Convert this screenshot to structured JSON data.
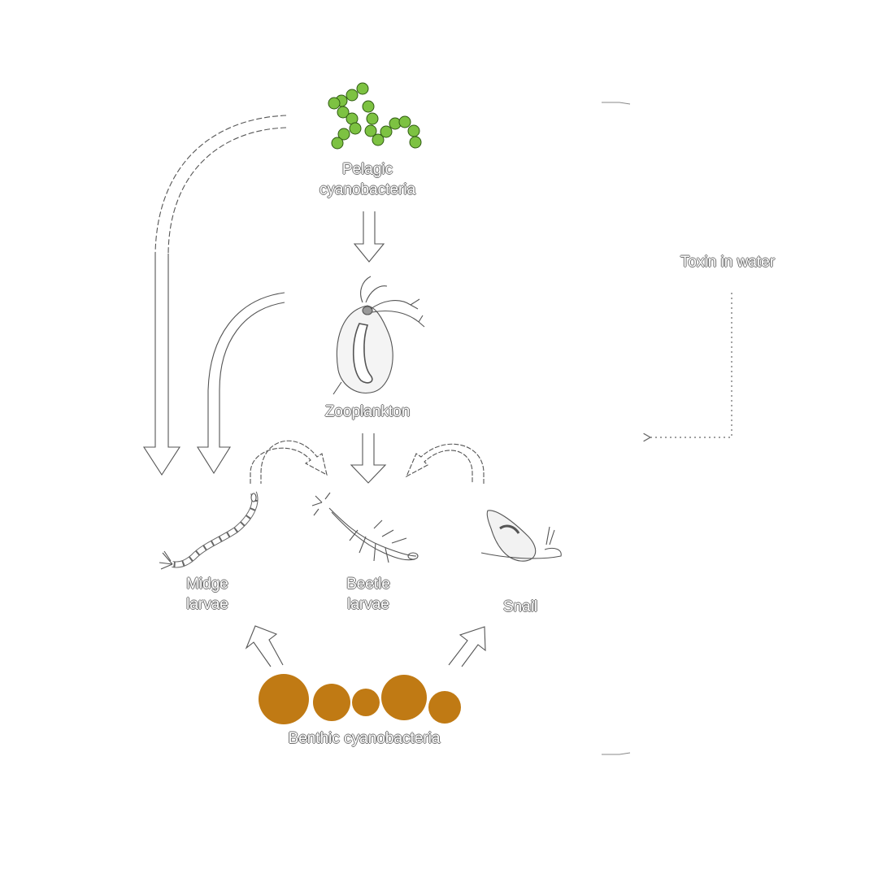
{
  "nodes": {
    "pelagic": {
      "label": "Pelagic\ncyanobacteria",
      "icon": "cyanobacteria-chain-icon",
      "color": "#7dc242"
    },
    "zooplankton": {
      "label": "Zooplankton",
      "icon": "daphnia-icon"
    },
    "midge": {
      "label": "Midge\nlarvae",
      "icon": "midge-larva-icon"
    },
    "beetle": {
      "label": "Beetle\nlarvae",
      "icon": "beetle-larva-icon"
    },
    "snail": {
      "label": "Snail",
      "icon": "snail-icon"
    },
    "benthic": {
      "label": "Benthic cyanobacteria",
      "icon": "benthic-colonies-icon",
      "color": "#c07a14"
    },
    "toxin": {
      "label": "Toxin in water"
    }
  },
  "edges": [
    {
      "from": "pelagic",
      "to": "midge"
    },
    {
      "from": "zooplankton",
      "to": "midge"
    },
    {
      "from": "pelagic",
      "to": "zooplankton"
    },
    {
      "from": "zooplankton",
      "to": "beetle"
    },
    {
      "from": "midge",
      "to": "beetle"
    },
    {
      "from": "snail",
      "to": "beetle"
    },
    {
      "from": "benthic",
      "to": "midge"
    },
    {
      "from": "benthic",
      "to": "snail"
    },
    {
      "from": "toxin",
      "to": "food-web",
      "style": "dotted"
    }
  ],
  "colors": {
    "outline": "#555555",
    "label_outline": "#6f6f6f"
  }
}
